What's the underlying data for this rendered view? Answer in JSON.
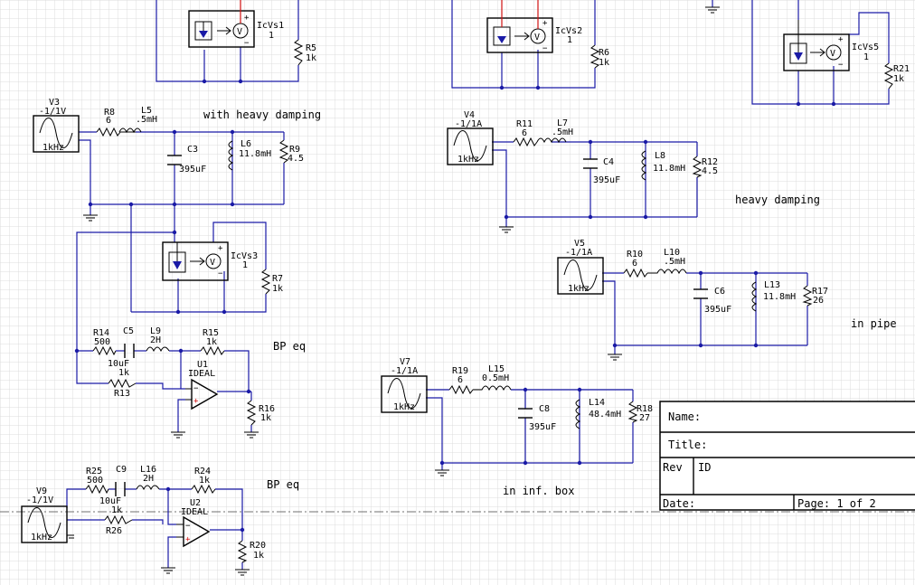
{
  "labels": {
    "icvs1": {
      "name": "IcVs1",
      "val": "1"
    },
    "icvs2": {
      "name": "IcVs2",
      "val": "1"
    },
    "icvs3": {
      "name": "IcVs3",
      "val": "1"
    },
    "icvs5": {
      "name": "IcVs5",
      "val": "1"
    },
    "r5": {
      "name": "R5",
      "val": "1k"
    },
    "r6": {
      "name": "R6",
      "val": "1k"
    },
    "r21": {
      "name": "R21",
      "val": "1k"
    },
    "r7": {
      "name": "R7",
      "val": "1k"
    },
    "v3": {
      "name": "V3",
      "val": "-1/1V",
      "freq": "1kHz"
    },
    "r8": {
      "name": "R8",
      "val": "6"
    },
    "l5": {
      "name": "L5",
      "val": ".5mH"
    },
    "c3": {
      "name": "C3",
      "val": "395uF"
    },
    "l6": {
      "name": "L6",
      "val": "11.8mH"
    },
    "r9": {
      "name": "R9",
      "val": "4.5"
    },
    "v4": {
      "name": "V4",
      "val": "-1/1A",
      "freq": "1kHz"
    },
    "r11": {
      "name": "R11",
      "val": "6"
    },
    "l7": {
      "name": "L7",
      "val": ".5mH"
    },
    "c4": {
      "name": "C4",
      "val": "395uF"
    },
    "l8": {
      "name": "L8",
      "val": "11.8mH"
    },
    "r12": {
      "name": "R12",
      "val": "4.5"
    },
    "v5": {
      "name": "V5",
      "val": "-1/1A",
      "freq": "1kHz"
    },
    "r10": {
      "name": "R10",
      "val": "6"
    },
    "l10": {
      "name": "L10",
      "val": ".5mH"
    },
    "c6": {
      "name": "C6",
      "val": "395uF"
    },
    "l13": {
      "name": "L13",
      "val": "11.8mH"
    },
    "r17": {
      "name": "R17",
      "val": "26"
    },
    "v7": {
      "name": "V7",
      "val": "-1/1A",
      "freq": "1kHz"
    },
    "r19": {
      "name": "R19",
      "val": "6"
    },
    "l15": {
      "name": "L15",
      "val": "0.5mH"
    },
    "c8": {
      "name": "C8",
      "val": "395uF"
    },
    "l14": {
      "name": "L14",
      "val": "48.4mH"
    },
    "r18": {
      "name": "R18",
      "val": "27"
    },
    "r14": {
      "name": "R14",
      "val": "500"
    },
    "c5": {
      "name": "C5",
      "val": "10uF"
    },
    "l9": {
      "name": "L9",
      "val": "2H"
    },
    "r15": {
      "name": "R15",
      "val": "1k"
    },
    "u1": {
      "name": "U1",
      "val": "IDEAL"
    },
    "r13": {
      "name": "R13",
      "val": "1k"
    },
    "r16": {
      "name": "R16",
      "val": "1k"
    },
    "v9": {
      "name": "V9",
      "val": "-1/1V",
      "freq": "1kHz"
    },
    "r25": {
      "name": "R25",
      "val": "500"
    },
    "c9": {
      "name": "C9",
      "val": "10uF"
    },
    "l16": {
      "name": "L16",
      "val": "2H"
    },
    "r24": {
      "name": "R24",
      "val": "1k"
    },
    "u2": {
      "name": "U2",
      "val": "IDEAL"
    },
    "r26": {
      "name": "R26",
      "val": "1k"
    },
    "r20": {
      "name": "R20",
      "val": "1k"
    }
  },
  "notes": {
    "heavy_damping_1": "with heavy damping",
    "heavy_damping_2": "heavy damping",
    "in_pipe": "in pipe",
    "in_inf_box": "in inf. box",
    "bp_eq_1": "BP eq",
    "bp_eq_2": "BP eq"
  },
  "title_block": {
    "name_label": "Name:",
    "title_label": "Title:",
    "rev_label": "Rev",
    "id_label": "ID",
    "date_label": "Date:",
    "page_label": "Page: 1 of 2"
  },
  "symbols": {
    "ac_source": "sine-wave",
    "controlled_source": "current-controlled-voltage-source",
    "ground": "ground",
    "opamp": "operational-amplifier"
  },
  "colors": {
    "wire": "#1a1aa6",
    "component": "#000000",
    "grid": "#dcdcdc",
    "page_border": "#6f6f6f",
    "terminal_red": "#d01010"
  }
}
